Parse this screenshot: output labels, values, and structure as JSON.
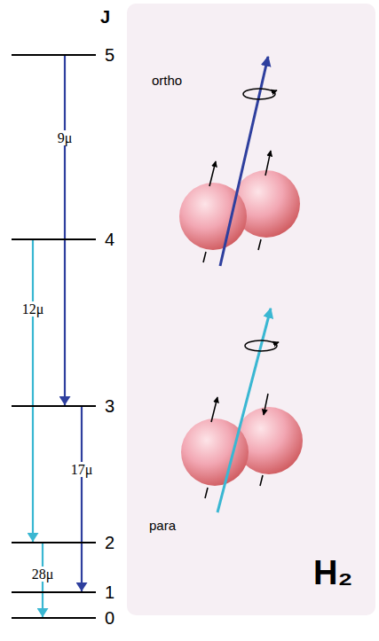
{
  "diagram": {
    "nodes": [
      {
        "text": [
          "5"
        ]
      },
      {
        "text": [
          "4"
        ]
      },
      {
        "text": [
          "3"
        ]
      },
      {
        "text": [
          "2"
        ]
      },
      {
        "text": [
          "1"
        ]
      },
      {
        "text": [
          "0"
        ]
      },
      {
        "text": [
          "ortho",
          "para",
          "H₂"
        ]
      }
    ],
    "edges": [
      {
        "from": 0,
        "to": 2,
        "arrow": "to",
        "label": "9μ"
      },
      {
        "from": 1,
        "to": 3,
        "arrow": "to",
        "label": "12μ"
      },
      {
        "from": 2,
        "to": 4,
        "arrow": "to",
        "label": "17μ"
      },
      {
        "from": 3,
        "to": 5,
        "arrow": "to",
        "label": "28μ"
      }
    ],
    "labels": [
      "J"
    ]
  }
}
